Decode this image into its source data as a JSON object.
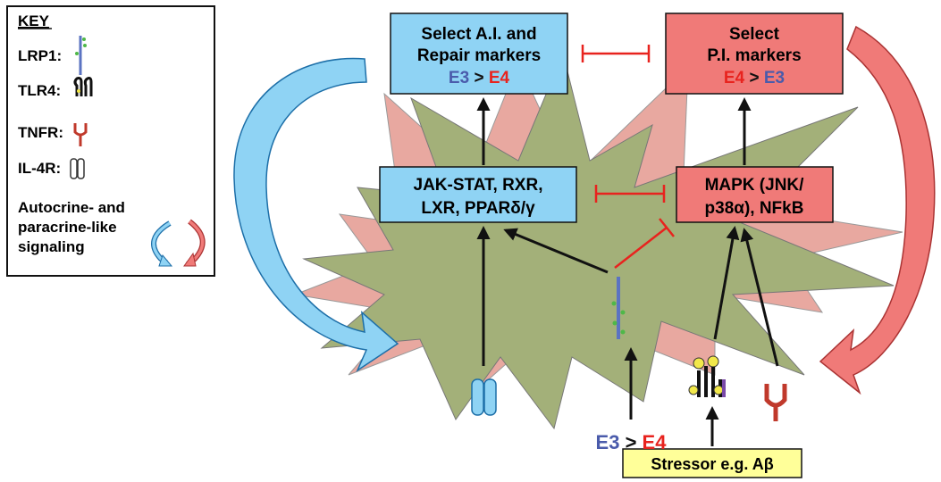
{
  "key": {
    "title": "KEY",
    "lrp1": "LRP1:",
    "tlr4": "TLR4:",
    "tnfr": "TNFR:",
    "il4r": "IL-4R:",
    "signaling_line1": "Autocrine- and",
    "signaling_line2": "paracrine-like",
    "signaling_line3": "signaling"
  },
  "boxes": {
    "ai_markers": {
      "line1": "Select A.I. and",
      "line2": "Repair markers",
      "e_left": "E3",
      "gt": " > ",
      "e_right": "E4"
    },
    "pi_markers": {
      "line1": "Select",
      "line2": "P.I. markers",
      "e_left": "E4",
      "gt": " > ",
      "e_right": "E3"
    },
    "jak_stat": {
      "line1": "JAK-STAT, RXR,",
      "line2": "LXR, PPARδ/γ"
    },
    "mapk": {
      "line1": "MAPK (JNK/",
      "line2": "p38α), NFkB"
    },
    "stressor": "Stressor e.g. Aβ"
  },
  "bottom_label": {
    "e_left": "E3",
    "gt": " > ",
    "e_right": "E4"
  },
  "colors": {
    "blue_box": "#8fd3f4",
    "red_box": "#f07a78",
    "yellow_box": "#ffff99",
    "green_star": "#a3b079",
    "pink_star": "#e8a8a0",
    "inhibit_red": "#e8231e",
    "e3_blue": "#4a5bab",
    "e4_red": "#e8231e",
    "lrp1_blue": "#5b73c2",
    "lrp1_green": "#4fb848"
  }
}
